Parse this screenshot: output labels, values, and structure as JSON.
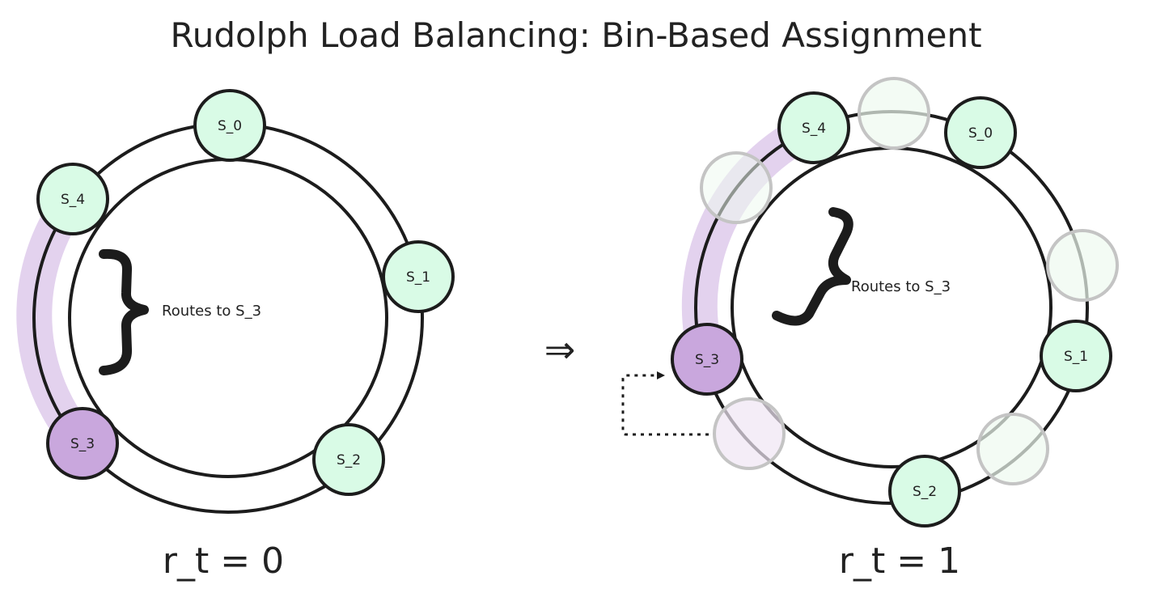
{
  "title": "Rudolph Load Balancing: Bin-Based Assignment",
  "implies_symbol": "⇒",
  "colors": {
    "ring_stroke": "#1c1c1c",
    "server_fill": "#d9fbe6",
    "highlight_fill": "#c9a7dd",
    "bin_band": "#e3d2ee",
    "ghost_fill": "#eefaf0",
    "ghost_stroke": "#c4c4c4"
  },
  "left": {
    "caption": "r_t = 0",
    "route_label": "Routes to S_3",
    "servers": [
      {
        "label": "S_0",
        "highlight": false
      },
      {
        "label": "S_4",
        "highlight": false
      },
      {
        "label": "S_1",
        "highlight": false
      },
      {
        "label": "S_3",
        "highlight": true
      },
      {
        "label": "S_2",
        "highlight": false
      }
    ]
  },
  "right": {
    "caption": "r_t = 1",
    "route_label": "Routes to S_3",
    "servers": [
      {
        "label": "S_4",
        "highlight": false
      },
      {
        "label": "S_0",
        "highlight": false
      },
      {
        "label": "S_1",
        "highlight": false
      },
      {
        "label": "S_3",
        "highlight": true
      },
      {
        "label": "S_2",
        "highlight": false
      }
    ]
  }
}
